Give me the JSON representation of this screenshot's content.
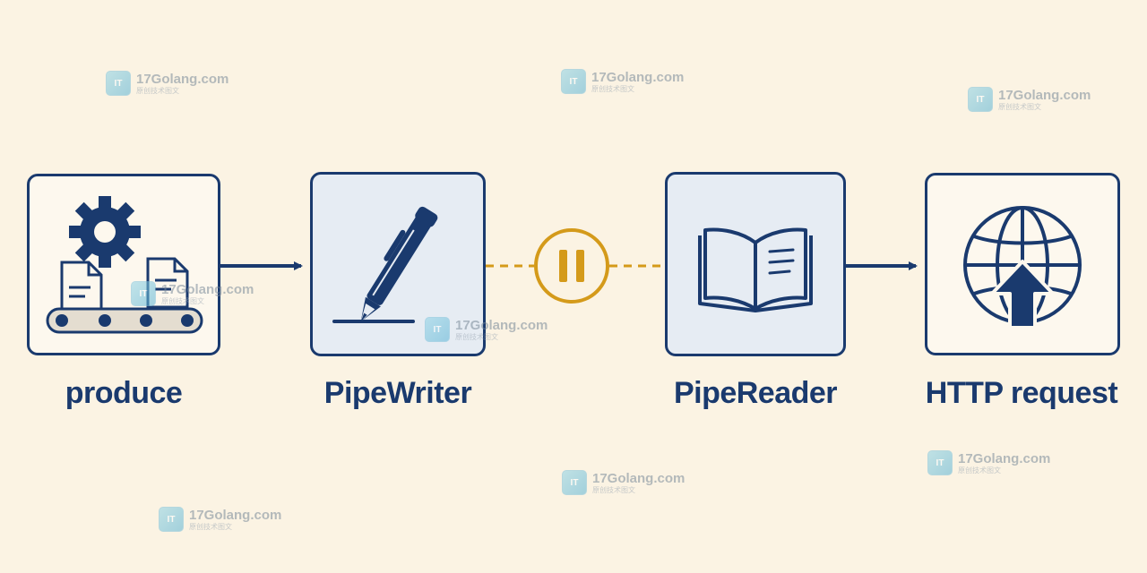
{
  "nodes": [
    {
      "label": "produce",
      "icon": "factory-conveyor-icon"
    },
    {
      "label": "PipeWriter",
      "icon": "pen-icon"
    },
    {
      "label": "PipeReader",
      "icon": "open-book-icon"
    },
    {
      "label": "HTTP request",
      "icon": "globe-upload-icon"
    }
  ],
  "pause_icon": "pause-icon",
  "watermark": {
    "title": "17Golang.com",
    "subtitle": "原创技术图文",
    "logo": "17golang-logo"
  },
  "colors": {
    "navy": "#1a3a6e",
    "gold": "#d49a1a",
    "background": "#fbf3e3",
    "tint": "#e6ecf3"
  }
}
